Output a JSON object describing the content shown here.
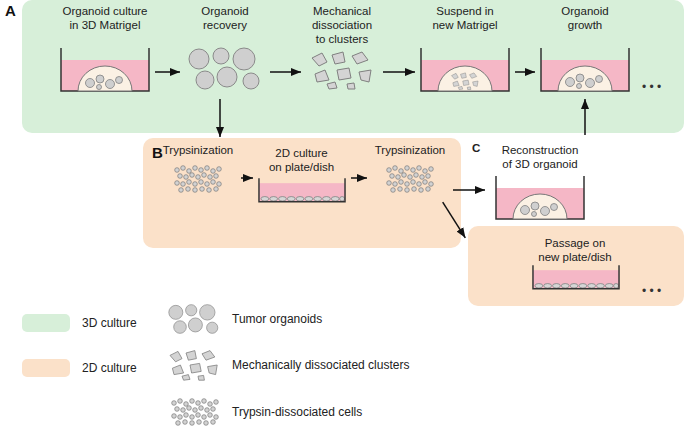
{
  "diagram": {
    "nodes": [
      {
        "text": [
          "A"
        ]
      },
      {
        "text": [
          "Organoid culture in 3D Matrigel"
        ],
        "in": 0
      },
      {
        "text": [
          "Organoid recovery"
        ],
        "in": 0
      },
      {
        "text": [
          "Mechanical dissociation to clusters"
        ],
        "in": 0
      },
      {
        "text": [
          "Suspend in new Matrigel"
        ],
        "in": 0
      },
      {
        "text": [
          "Organoid growth"
        ],
        "in": 0
      },
      {
        "text": [
          "B"
        ]
      },
      {
        "text": [
          "Trypsinization"
        ],
        "in": 6
      },
      {
        "text": [
          "2D culture on plate/dish"
        ],
        "in": 6
      },
      {
        "text": [
          "Trypsinization"
        ],
        "in": 6
      },
      {
        "text": [
          "Reconstruction of 3D organoid"
        ]
      },
      {
        "text": [
          "Passage on new plate/dish"
        ]
      }
    ],
    "edges": [
      {
        "from": 1,
        "to": 2,
        "arrow": "to"
      },
      {
        "from": 2,
        "to": 3,
        "arrow": "to"
      },
      {
        "from": 3,
        "to": 4,
        "arrow": "to"
      },
      {
        "from": 4,
        "to": 5,
        "arrow": "to"
      },
      {
        "from": 2,
        "to": 7,
        "arrow": "to"
      },
      {
        "from": 7,
        "to": 8,
        "arrow": "to"
      },
      {
        "from": 8,
        "to": 9,
        "arrow": "to"
      },
      {
        "from": 9,
        "to": 10,
        "arrow": "to"
      },
      {
        "from": 9,
        "to": 11,
        "arrow": "to"
      },
      {
        "from": 10,
        "to": 5,
        "arrow": "to"
      }
    ],
    "labels": [
      "C",
      "• • •",
      "• • •"
    ],
    "legend": [
      {
        "text": "3D culture",
        "color": "#d7efd9"
      },
      {
        "text": "2D culture",
        "color": "#fbe1c9"
      },
      {
        "text": "Tumor organoids"
      },
      {
        "text": "Mechanically dissociated clusters"
      },
      {
        "text": "Trypsin-dissociated cells"
      }
    ]
  }
}
